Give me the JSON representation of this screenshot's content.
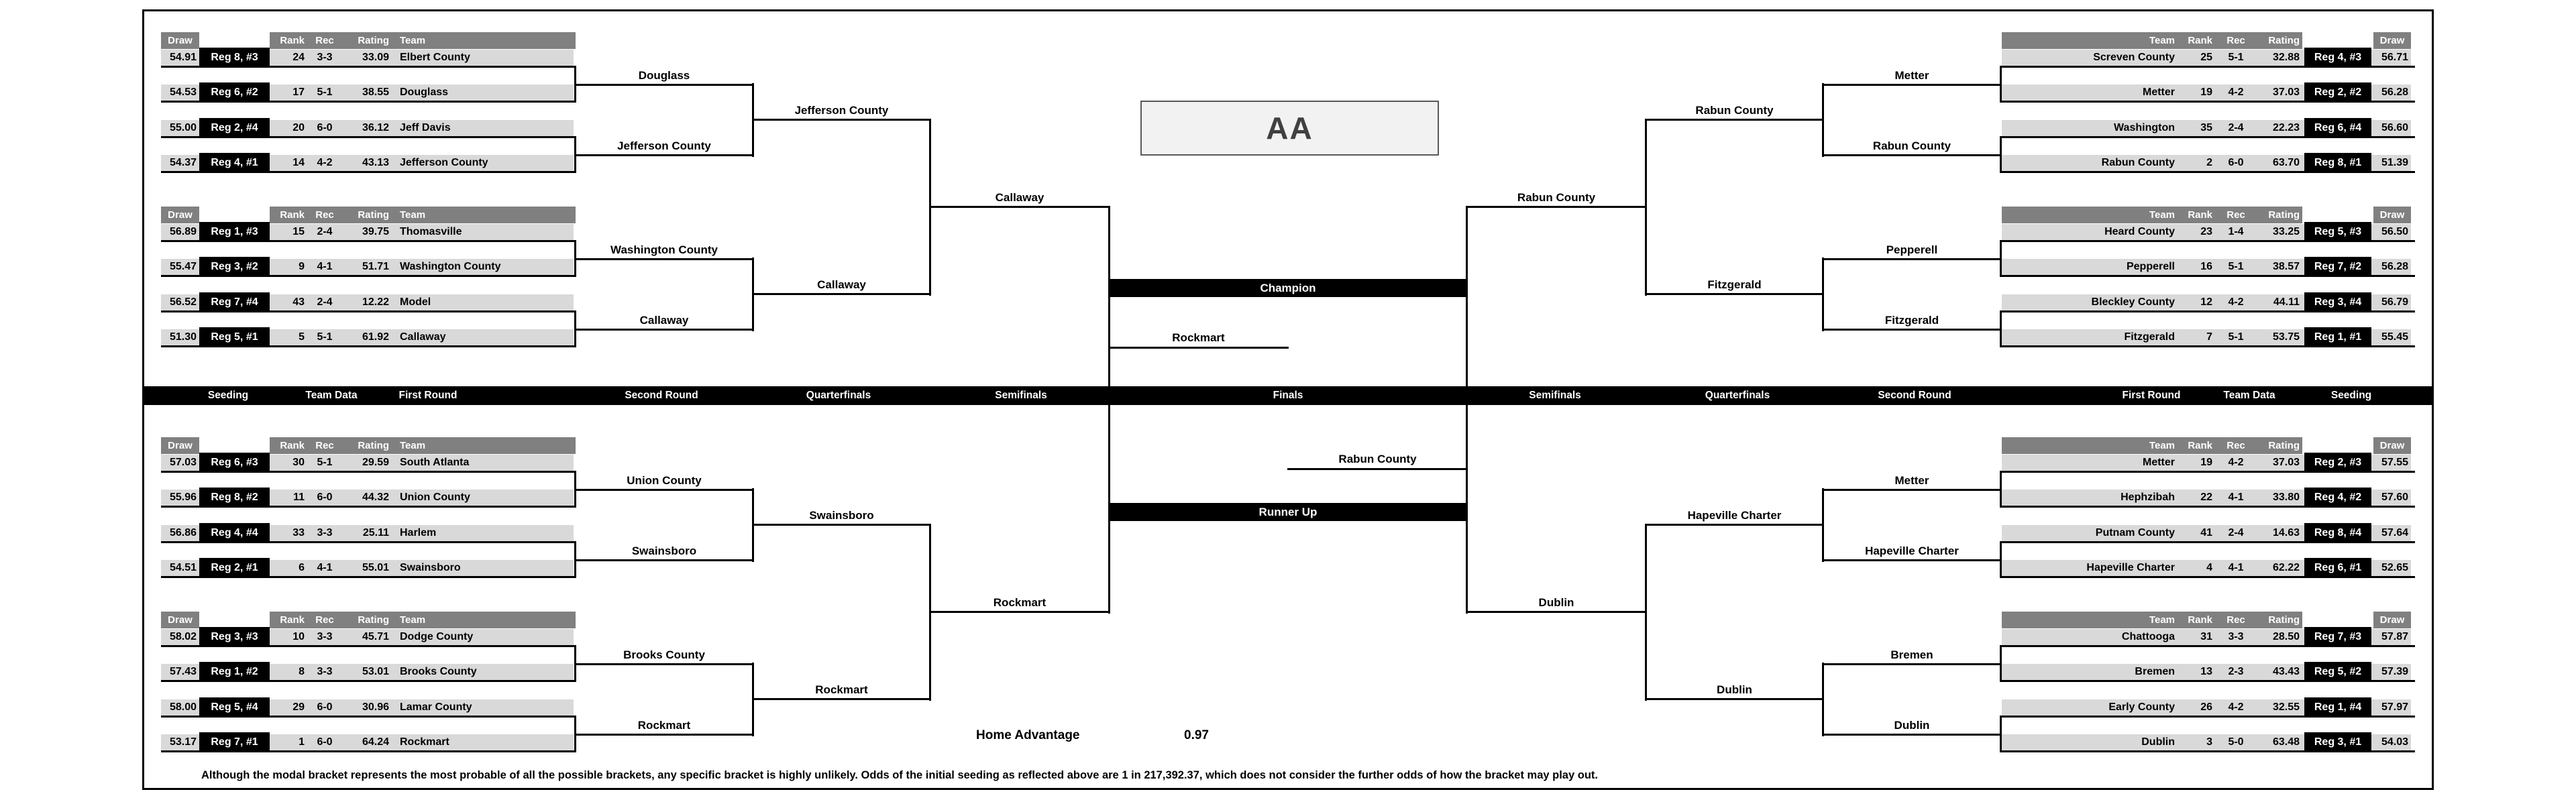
{
  "classification": "AA",
  "table_headers": {
    "draw": "Draw",
    "rank": "Rank",
    "rec": "Rec",
    "rating": "Rating",
    "team": "Team"
  },
  "round_labels": [
    "Seeding",
    "Team Data",
    "First Round",
    "Second Round",
    "Quarterfinals",
    "Semifinals",
    "Finals",
    "Semifinals",
    "Quarterfinals",
    "Second Round",
    "First Round",
    "Team Data",
    "Seeding"
  ],
  "chart_data": {
    "type": "table",
    "title": "AA modal tournament bracket",
    "left_seeds": [
      {
        "draw": "54.91",
        "reg": "Reg 8, #3",
        "rank": "24",
        "rec": "3-3",
        "rating": "33.09",
        "team": "Elbert County"
      },
      {
        "draw": "54.53",
        "reg": "Reg 6, #2",
        "rank": "17",
        "rec": "5-1",
        "rating": "38.55",
        "team": "Douglass"
      },
      {
        "draw": "55.00",
        "reg": "Reg 2, #4",
        "rank": "20",
        "rec": "6-0",
        "rating": "36.12",
        "team": "Jeff Davis"
      },
      {
        "draw": "54.37",
        "reg": "Reg 4, #1",
        "rank": "14",
        "rec": "4-2",
        "rating": "43.13",
        "team": "Jefferson County"
      },
      {
        "draw": "56.89",
        "reg": "Reg 1, #3",
        "rank": "15",
        "rec": "2-4",
        "rating": "39.75",
        "team": "Thomasville"
      },
      {
        "draw": "55.47",
        "reg": "Reg 3, #2",
        "rank": "9",
        "rec": "4-1",
        "rating": "51.71",
        "team": "Washington County"
      },
      {
        "draw": "56.52",
        "reg": "Reg 7, #4",
        "rank": "43",
        "rec": "2-4",
        "rating": "12.22",
        "team": "Model"
      },
      {
        "draw": "51.30",
        "reg": "Reg 5, #1",
        "rank": "5",
        "rec": "5-1",
        "rating": "61.92",
        "team": "Callaway"
      },
      {
        "draw": "57.03",
        "reg": "Reg 6, #3",
        "rank": "30",
        "rec": "5-1",
        "rating": "29.59",
        "team": "South Atlanta"
      },
      {
        "draw": "55.96",
        "reg": "Reg 8, #2",
        "rank": "11",
        "rec": "6-0",
        "rating": "44.32",
        "team": "Union County"
      },
      {
        "draw": "56.86",
        "reg": "Reg 4, #4",
        "rank": "33",
        "rec": "3-3",
        "rating": "25.11",
        "team": "Harlem"
      },
      {
        "draw": "54.51",
        "reg": "Reg 2, #1",
        "rank": "6",
        "rec": "4-1",
        "rating": "55.01",
        "team": "Swainsboro"
      },
      {
        "draw": "58.02",
        "reg": "Reg 3, #3",
        "rank": "10",
        "rec": "3-3",
        "rating": "45.71",
        "team": "Dodge County"
      },
      {
        "draw": "57.43",
        "reg": "Reg 1, #2",
        "rank": "8",
        "rec": "3-3",
        "rating": "53.01",
        "team": "Brooks County"
      },
      {
        "draw": "58.00",
        "reg": "Reg 5, #4",
        "rank": "29",
        "rec": "6-0",
        "rating": "30.96",
        "team": "Lamar County"
      },
      {
        "draw": "53.17",
        "reg": "Reg 7, #1",
        "rank": "1",
        "rec": "6-0",
        "rating": "64.24",
        "team": "Rockmart"
      }
    ],
    "right_seeds": [
      {
        "draw": "56.71",
        "reg": "Reg 4, #3",
        "rank": "25",
        "rec": "5-1",
        "rating": "32.88",
        "team": "Screven County"
      },
      {
        "draw": "56.28",
        "reg": "Reg 2, #2",
        "rank": "19",
        "rec": "4-2",
        "rating": "37.03",
        "team": "Metter"
      },
      {
        "draw": "56.60",
        "reg": "Reg 6, #4",
        "rank": "35",
        "rec": "2-4",
        "rating": "22.23",
        "team": "Washington"
      },
      {
        "draw": "51.39",
        "reg": "Reg 8, #1",
        "rank": "2",
        "rec": "6-0",
        "rating": "63.70",
        "team": "Rabun County"
      },
      {
        "draw": "56.50",
        "reg": "Reg 5, #3",
        "rank": "23",
        "rec": "1-4",
        "rating": "33.25",
        "team": "Heard County"
      },
      {
        "draw": "56.28",
        "reg": "Reg 7, #2",
        "rank": "16",
        "rec": "5-1",
        "rating": "38.57",
        "team": "Pepperell"
      },
      {
        "draw": "56.79",
        "reg": "Reg 3, #4",
        "rank": "12",
        "rec": "4-2",
        "rating": "44.11",
        "team": "Bleckley County"
      },
      {
        "draw": "55.45",
        "reg": "Reg 1, #1",
        "rank": "7",
        "rec": "5-1",
        "rating": "53.75",
        "team": "Fitzgerald"
      },
      {
        "draw": "57.55",
        "reg": "Reg 2, #3",
        "rank": "19",
        "rec": "4-2",
        "rating": "37.03",
        "team": "Metter"
      },
      {
        "draw": "57.60",
        "reg": "Reg 4, #2",
        "rank": "22",
        "rec": "4-1",
        "rating": "33.80",
        "team": "Hephzibah"
      },
      {
        "draw": "57.64",
        "reg": "Reg 8, #4",
        "rank": "41",
        "rec": "2-4",
        "rating": "14.63",
        "team": "Putnam County"
      },
      {
        "draw": "52.65",
        "reg": "Reg 6, #1",
        "rank": "4",
        "rec": "4-1",
        "rating": "62.22",
        "team": "Hapeville Charter"
      },
      {
        "draw": "57.87",
        "reg": "Reg 7, #3",
        "rank": "31",
        "rec": "3-3",
        "rating": "28.50",
        "team": "Chattooga"
      },
      {
        "draw": "57.39",
        "reg": "Reg 5, #2",
        "rank": "13",
        "rec": "2-3",
        "rating": "43.43",
        "team": "Bremen"
      },
      {
        "draw": "57.97",
        "reg": "Reg 1, #4",
        "rank": "26",
        "rec": "4-2",
        "rating": "32.55",
        "team": "Early County"
      },
      {
        "draw": "54.03",
        "reg": "Reg 3, #1",
        "rank": "3",
        "rec": "5-0",
        "rating": "63.48",
        "team": "Dublin"
      }
    ]
  },
  "left_advancers": {
    "second_round": [
      "Douglass",
      "Jefferson County",
      "Washington County",
      "Callaway",
      "Union County",
      "Swainsboro",
      "Brooks County",
      "Rockmart"
    ],
    "quarterfinals": [
      "Jefferson County",
      "Callaway",
      "Swainsboro",
      "Rockmart"
    ],
    "semifinals": [
      "Callaway",
      "Rockmart"
    ]
  },
  "right_advancers": {
    "second_round": [
      "Metter",
      "Rabun County",
      "Pepperell",
      "Fitzgerald",
      "Metter",
      "Hapeville Charter",
      "Bremen",
      "Dublin"
    ],
    "quarterfinals": [
      "Rabun County",
      "Fitzgerald",
      "Hapeville Charter",
      "Dublin"
    ],
    "semifinals": [
      "Rabun County",
      "Dublin"
    ]
  },
  "finals": {
    "champion_banner": "Champion",
    "runner_up_banner": "Runner Up",
    "champion": "Rockmart",
    "runner_up": "Rabun County"
  },
  "home_advantage": {
    "label": "Home Advantage",
    "value": "0.97"
  },
  "footnote": "Although the modal bracket represents the most probable of all the possible brackets, any specific bracket is highly unlikely.  Odds of the initial seeding as reflected above are 1 in 217,392.37, which does not consider the further odds of how the bracket may play out."
}
